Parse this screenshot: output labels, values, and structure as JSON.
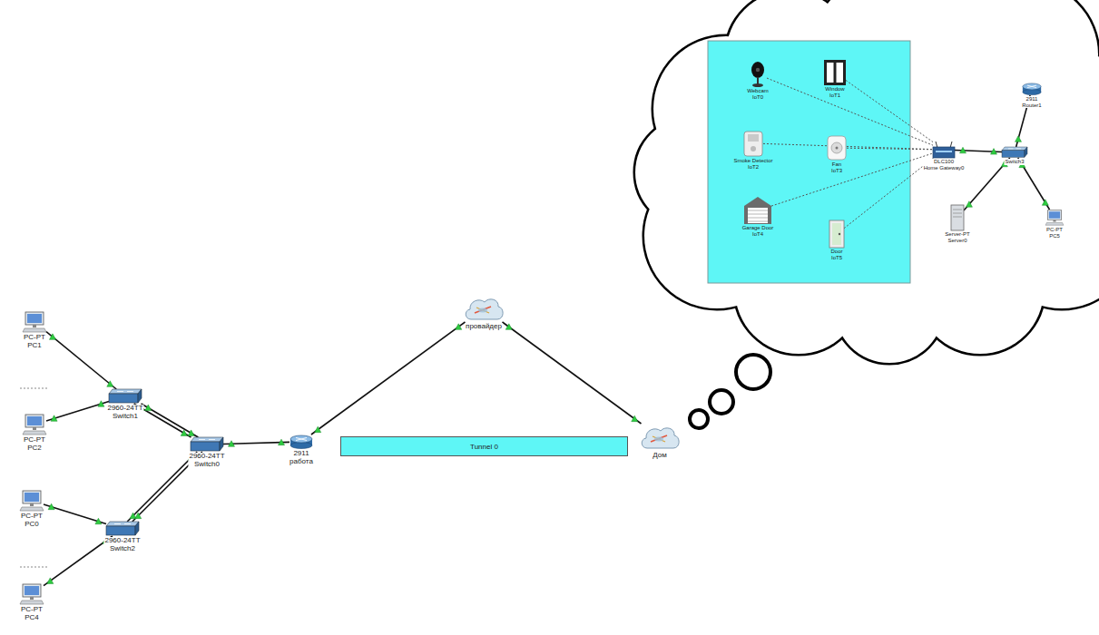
{
  "diagram": {
    "nodes": [
      {
        "text": [
          "PC-PT",
          "PC1"
        ]
      },
      {
        "text": [
          "2960-24TT",
          "Switch1"
        ]
      },
      {
        "text": [
          "PC-PT",
          "PC2"
        ]
      },
      {
        "text": [
          "2960-24TT",
          "Switch0"
        ]
      },
      {
        "text": [
          "PC-PT",
          "PC0"
        ]
      },
      {
        "text": [
          "2960-24TT",
          "Switch2"
        ]
      },
      {
        "text": [
          "PC-PT",
          "PC4"
        ]
      },
      {
        "text": [
          "2911",
          "работа"
        ]
      },
      {
        "text": [
          "провайдер"
        ]
      },
      {
        "text": [
          "Tunnel 0"
        ]
      },
      {
        "text": [
          "Дом"
        ]
      },
      {
        "text": [
          "Webcam",
          "IoT0"
        ]
      },
      {
        "text": [
          "Window",
          "IoT1"
        ]
      },
      {
        "text": [
          "Smoke Detector",
          "IoT2"
        ]
      },
      {
        "text": [
          "Fan",
          "IoT3"
        ]
      },
      {
        "text": [
          "Garage Door",
          "IoT4"
        ]
      },
      {
        "text": [
          "Door",
          "IoT5"
        ]
      },
      {
        "text": [
          "DLC100",
          "Home Gateway0"
        ]
      },
      {
        "text": [
          "2911",
          "Router1"
        ]
      },
      {
        "text": [
          "Switch3"
        ]
      },
      {
        "text": [
          "Server-PT",
          "Server0"
        ]
      },
      {
        "text": [
          "PC-PT",
          "PC5"
        ]
      }
    ],
    "edges": [
      {
        "from": 0,
        "to": 1,
        "arrow": "none"
      },
      {
        "from": 2,
        "to": 1,
        "arrow": "none"
      },
      {
        "from": 1,
        "to": 3,
        "arrow": "none"
      },
      {
        "from": 1,
        "to": 3,
        "arrow": "none"
      },
      {
        "from": 4,
        "to": 5,
        "arrow": "none"
      },
      {
        "from": 6,
        "to": 5,
        "arrow": "none"
      },
      {
        "from": 5,
        "to": 3,
        "arrow": "none"
      },
      {
        "from": 5,
        "to": 3,
        "arrow": "none"
      },
      {
        "from": 3,
        "to": 7,
        "arrow": "none"
      },
      {
        "from": 7,
        "to": 8,
        "arrow": "none"
      },
      {
        "from": 8,
        "to": 10,
        "arrow": "none"
      },
      {
        "from": 11,
        "to": 17,
        "arrow": "none"
      },
      {
        "from": 12,
        "to": 17,
        "arrow": "none"
      },
      {
        "from": 13,
        "to": 17,
        "arrow": "none"
      },
      {
        "from": 14,
        "to": 17,
        "arrow": "none"
      },
      {
        "from": 15,
        "to": 17,
        "arrow": "none"
      },
      {
        "from": 16,
        "to": 17,
        "arrow": "none"
      },
      {
        "from": 17,
        "to": 19,
        "arrow": "none"
      },
      {
        "from": 19,
        "to": 18,
        "arrow": "none"
      },
      {
        "from": 19,
        "to": 20,
        "arrow": "none"
      },
      {
        "from": 19,
        "to": 21,
        "arrow": "none"
      }
    ]
  }
}
